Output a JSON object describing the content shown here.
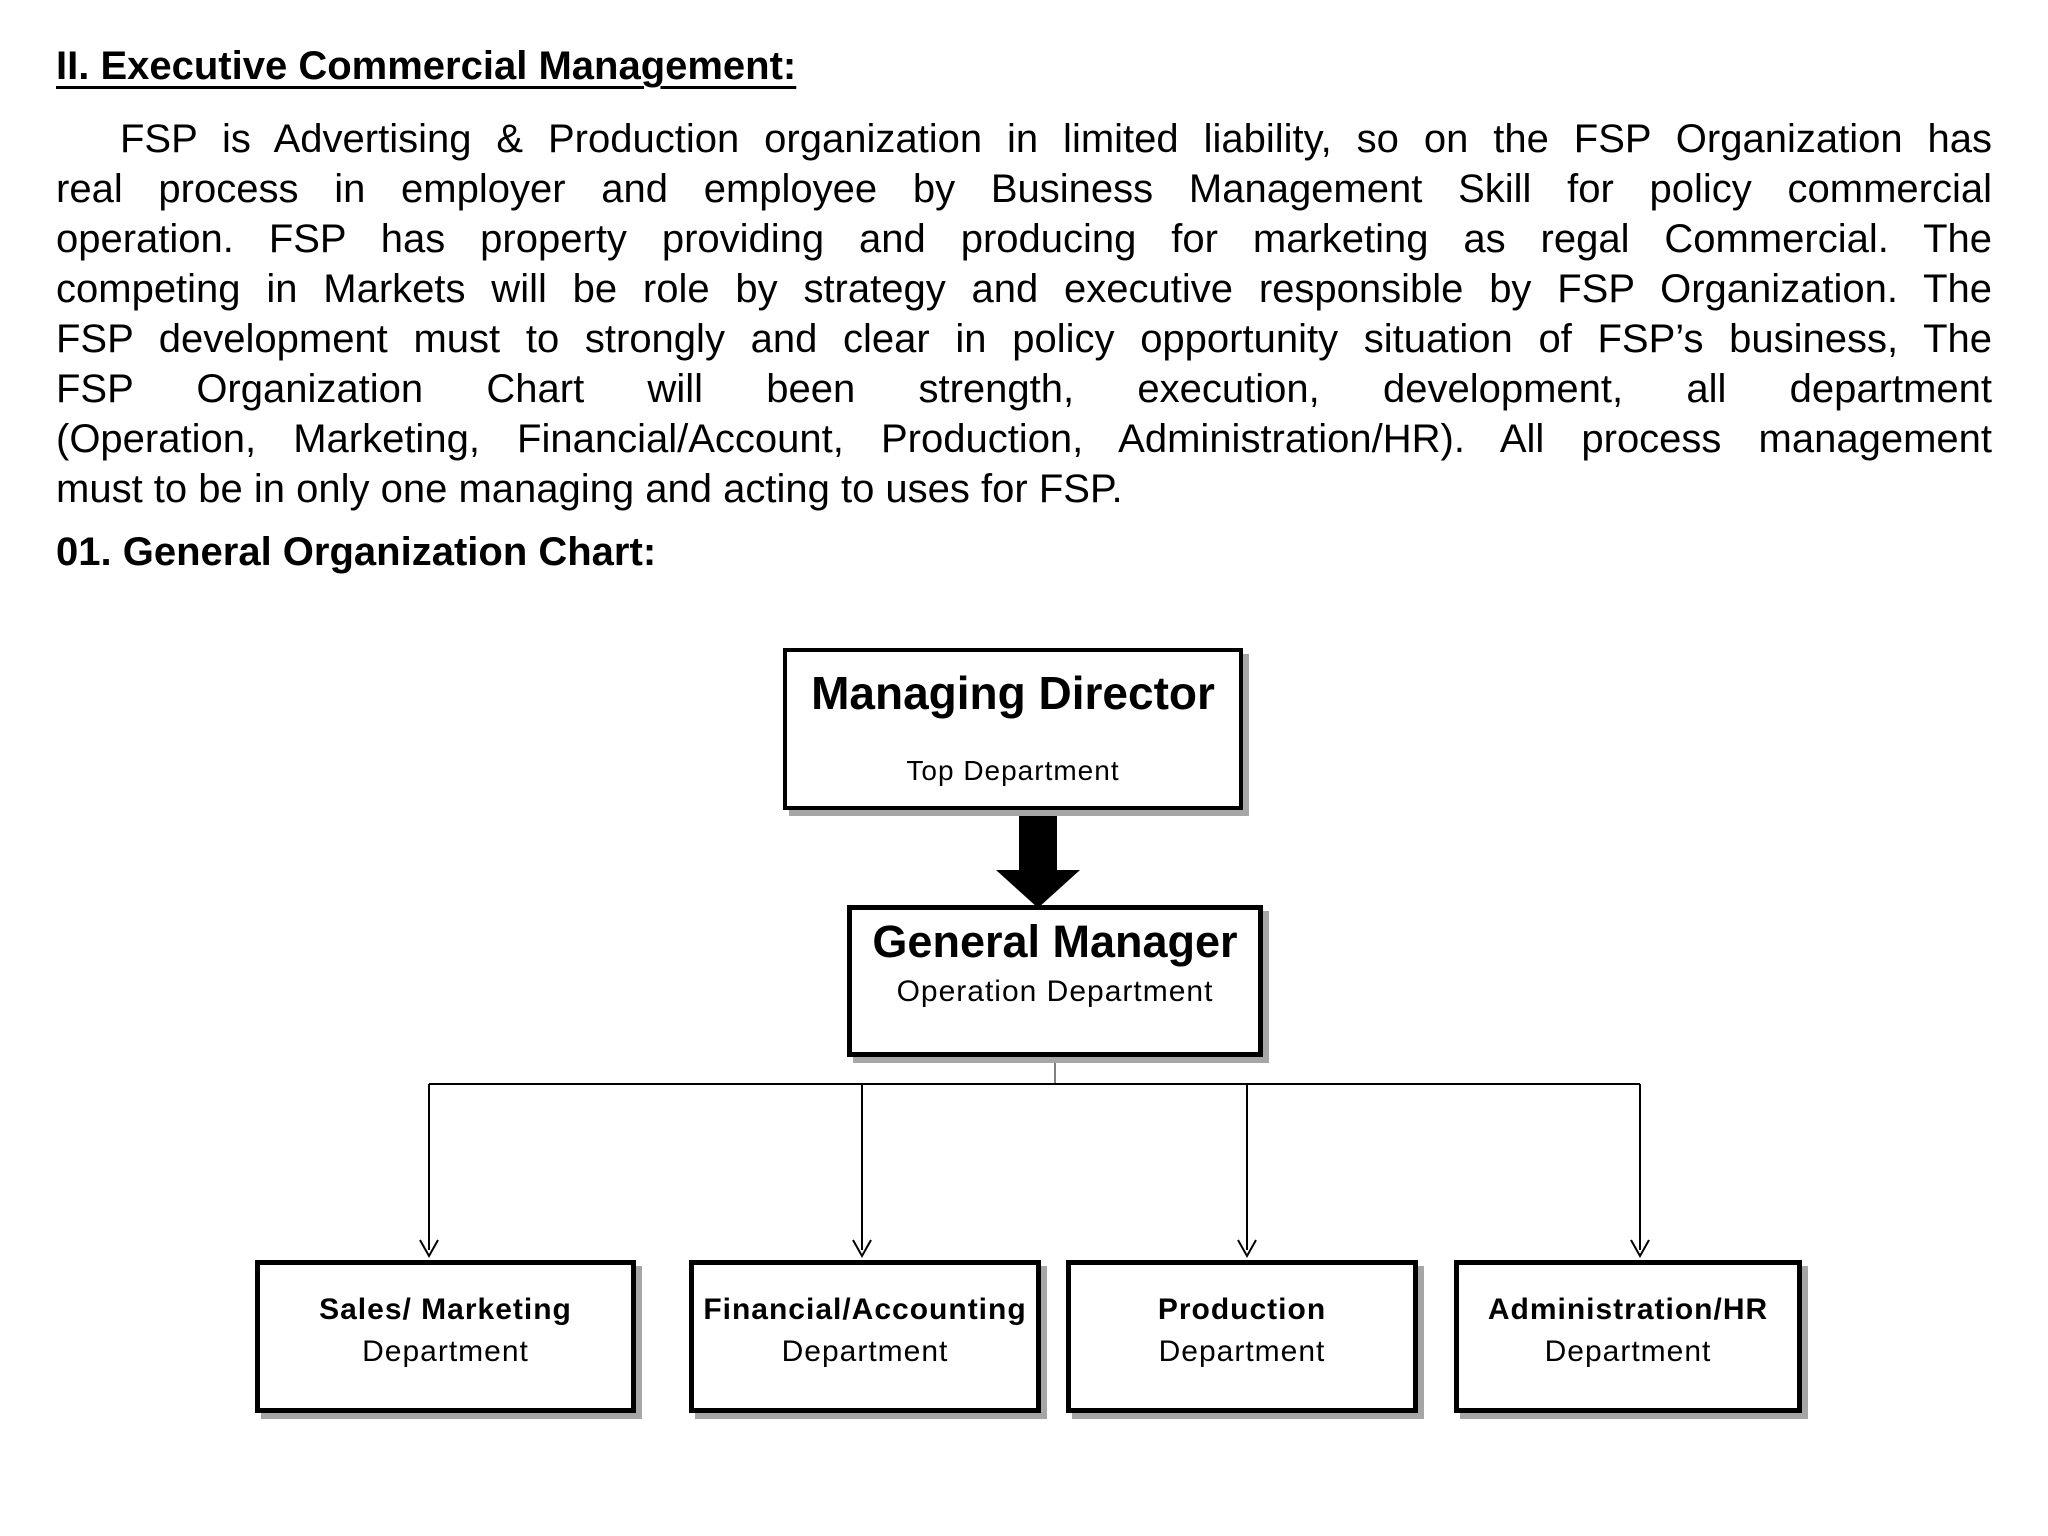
{
  "page": {
    "section_heading": "II. Executive Commercial Management:",
    "paragraph_lines": [
      "FSP is Advertising & Production organization in limited liability, so on the FSP Organization has",
      "real process in employer and employee by Business Management Skill for policy commercial",
      "operation. FSP has property providing and producing for marketing as regal Commercial. The",
      "competing in Markets will be role by strategy and executive responsible by FSP Organization. The",
      "FSP development must to strongly and clear in policy opportunity situation of FSP’s business, The",
      "FSP Organization Chart will been strength, execution, development, all department",
      "(Operation, Marketing, Financial/Account, Production, Administration/HR). All process management",
      "must to be in only one managing and acting to uses for FSP."
    ],
    "subsection_heading": "01. General Organization Chart:"
  },
  "org_chart": {
    "managing_director": {
      "title": "Managing Director",
      "subtitle": "Top Department"
    },
    "general_manager": {
      "title": "General Manager",
      "subtitle": "Operation Department"
    },
    "departments": [
      {
        "title": "Sales/ Marketing",
        "subtitle": "Department"
      },
      {
        "title": "Financial/Accounting",
        "subtitle": "Department"
      },
      {
        "title": "Production",
        "subtitle": "Department"
      },
      {
        "title": "Administration/HR",
        "subtitle": "Department"
      }
    ],
    "colors": {
      "text": "#000000",
      "background": "#ffffff",
      "box_border": "#000000",
      "box_shadow": "#a6a6a6",
      "connector_line": "#000000",
      "connector_stub": "#808080",
      "block_arrow_fill": "#000000"
    }
  }
}
